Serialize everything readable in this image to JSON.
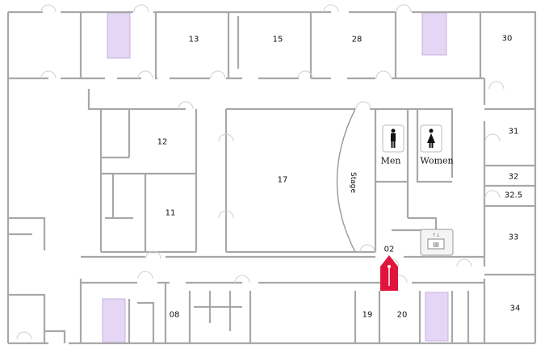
{
  "floor_plan": {
    "rooms": {
      "r13": "13",
      "r15": "15",
      "r28": "28",
      "r30": "30",
      "r12": "12",
      "r17": "17",
      "r11": "11",
      "r31": "31",
      "r32": "32",
      "r32_5": "32.5",
      "r33": "33",
      "r34": "34",
      "r02": "02",
      "r08": "08",
      "r19": "19",
      "r20": "20"
    },
    "stage_label": "Stage",
    "restrooms": {
      "men": "Men",
      "women": "Women"
    },
    "icons": [
      "stairs-icon",
      "elevator-icon",
      "men-restroom-icon",
      "women-restroom-icon",
      "you-are-here-arrow-icon"
    ],
    "colors": {
      "wall": "#a8a8a8",
      "stairs": "#e6d6f5",
      "arrow": "#e0153d",
      "text": "#111111"
    }
  }
}
